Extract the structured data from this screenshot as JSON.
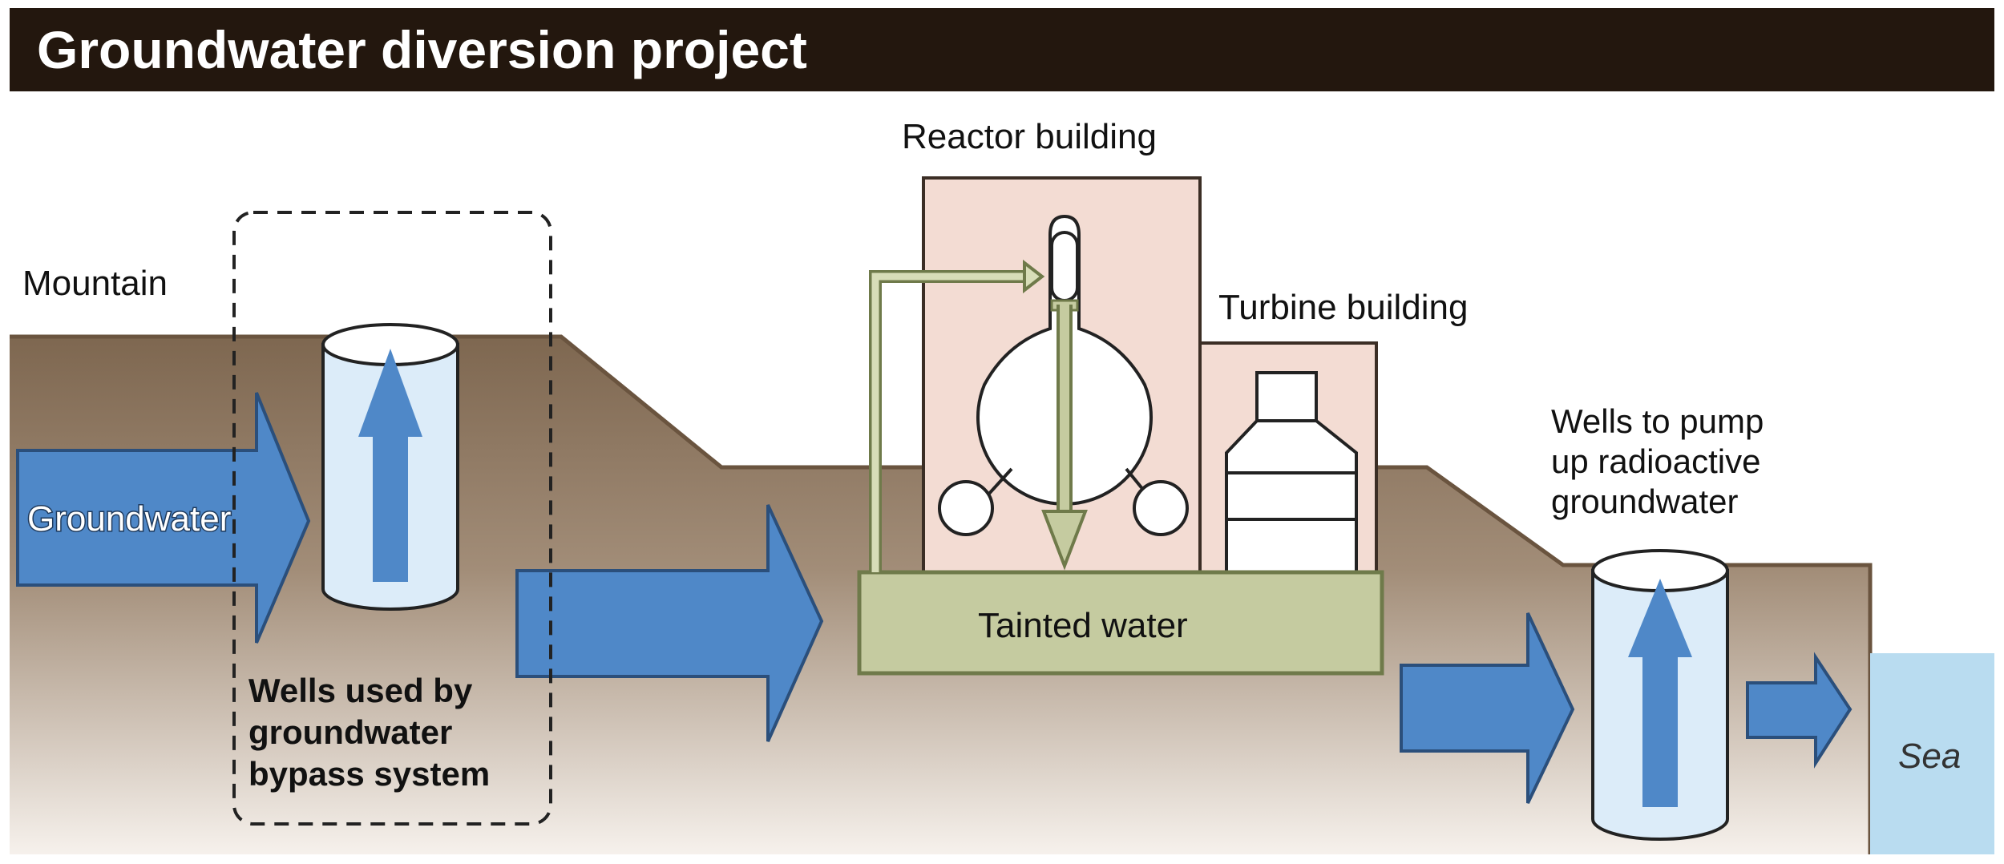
{
  "title": "Groundwater diversion project",
  "labels": {
    "mountain": "Mountain",
    "groundwater": "Groundwater",
    "reactor_building": "Reactor building",
    "turbine_building": "Turbine building",
    "tainted_water": "Tainted water",
    "bypass_wells_line1": "Wells used by",
    "bypass_wells_line2": "groundwater",
    "bypass_wells_line3": "bypass system",
    "pump_wells_line1": "Wells to pump",
    "pump_wells_line2": "up radioactive",
    "pump_wells_line3": "groundwater",
    "sea": "Sea"
  },
  "colors": {
    "title_bar": "#23170e",
    "ground_top": "#7e6750",
    "ground_bottom": "#f6f1ec",
    "arrow_blue": "#4f88c8",
    "well_fill": "#dcecf9",
    "building_fill": "#f3dcd3",
    "tank_fill": "#c5cba0",
    "tank_stroke": "#6f7a4a",
    "sea": "#b9dcf0"
  }
}
